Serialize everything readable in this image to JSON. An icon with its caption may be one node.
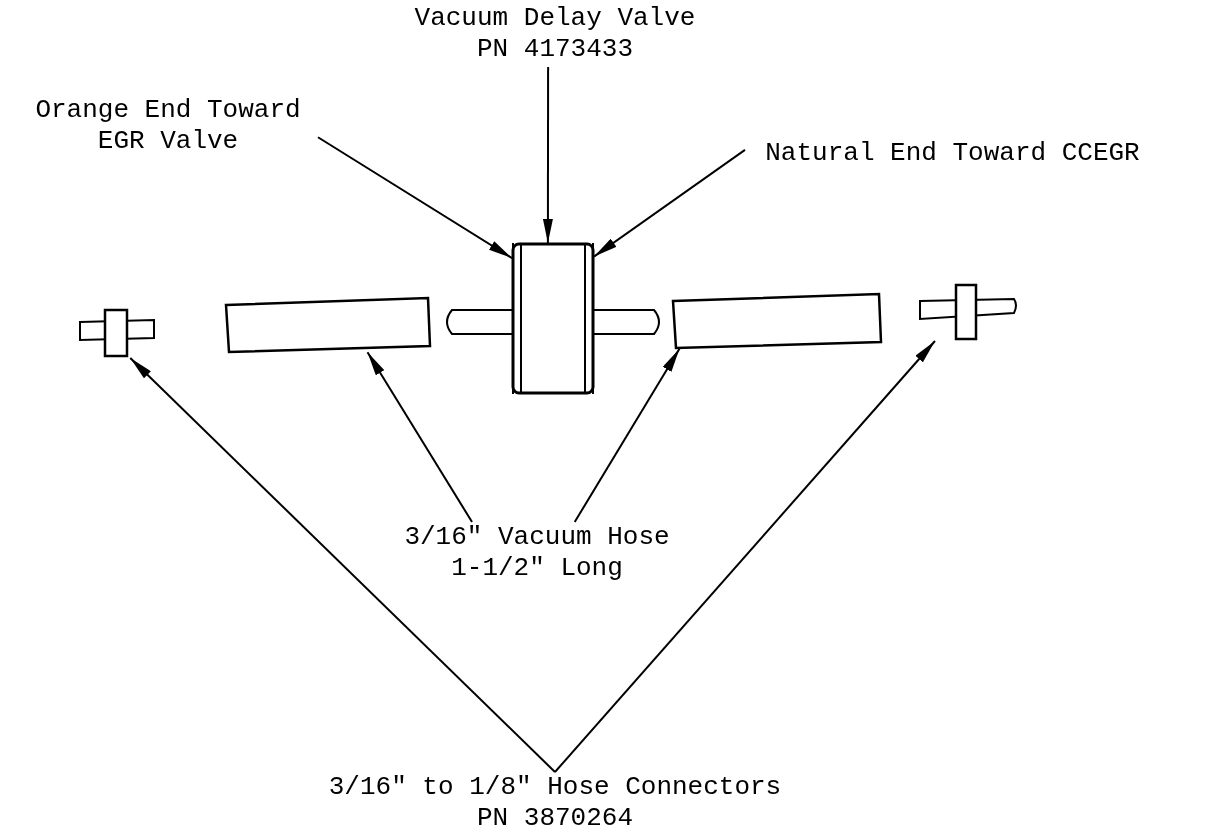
{
  "diagram": {
    "nodes": [
      {
        "text": [
          "Vacuum Delay Valve PN 4173433"
        ]
      },
      {
        "text": [
          "Orange End Toward EGR Valve"
        ]
      },
      {
        "text": [
          "Natural End Toward CCEGR"
        ]
      },
      {
        "text": [],
        "shape": "picture"
      },
      {
        "text": [],
        "shape": "box"
      },
      {
        "text": [],
        "shape": "picture"
      },
      {
        "text": [],
        "shape": "bar",
        "in": 5
      },
      {
        "text": [],
        "shape": "bar",
        "in": 5
      },
      {
        "text": [],
        "shape": "box"
      },
      {
        "text": [],
        "shape": "picture"
      },
      {
        "text": [
          "3/16\" Vacuum Hose 1-1/2\" Long"
        ]
      },
      {
        "text": [
          "3/16\" to 1/8\" Hose Connectors PN 3870264"
        ]
      }
    ],
    "edges": [
      {
        "from": 0,
        "to": 5,
        "arrow": "to"
      },
      {
        "from": 1,
        "to": 6,
        "arrow": "to"
      },
      {
        "from": 2,
        "to": 7,
        "arrow": "to"
      },
      {
        "from": 10,
        "to": 4,
        "arrow": "to"
      },
      {
        "from": 10,
        "to": 8,
        "arrow": "to"
      },
      {
        "from": 11,
        "to": 3,
        "arrow": "to"
      },
      {
        "from": 11,
        "to": 9,
        "arrow": "to"
      }
    ]
  }
}
